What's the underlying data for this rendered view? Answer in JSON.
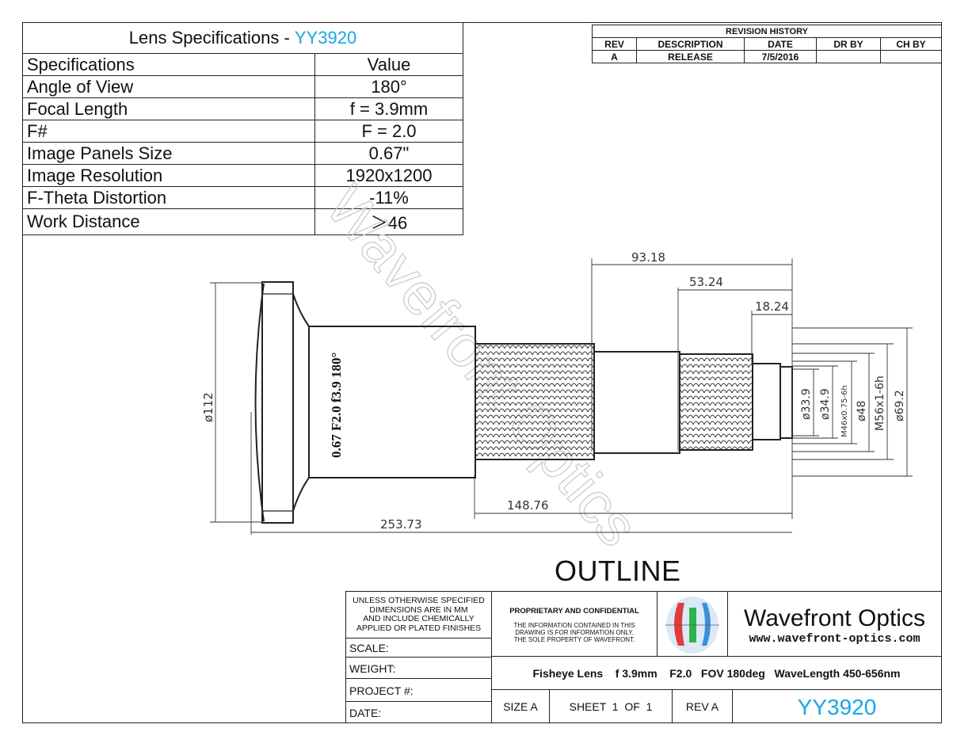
{
  "spec_table": {
    "title_prefix": "Lens Specifications - ",
    "title_model": "YY3920",
    "header": [
      "Specifications",
      "Value"
    ],
    "rows": [
      [
        "Angle of View",
        "180°"
      ],
      [
        "Focal Length",
        "f = 3.9mm"
      ],
      [
        "F#",
        "F = 2.0"
      ],
      [
        "Image Panels Size",
        "0.67\""
      ],
      [
        "Image Resolution",
        "1920x1200"
      ],
      [
        "F-Theta Distortion",
        "-11%"
      ],
      [
        "Work Distance",
        "＞46"
      ]
    ]
  },
  "revision_history": {
    "title": "REVISION HISTORY",
    "columns": [
      "REV",
      "DESCRIPTION",
      "DATE",
      "DR BY",
      "CH BY"
    ],
    "rows": [
      [
        "A",
        "RELEASE",
        "7/5/2016",
        "",
        ""
      ]
    ]
  },
  "drawing": {
    "lens_marking": "0.67 F2.0 f3.9 180°",
    "watermark": "Wavefront Optics",
    "dimensions": {
      "d_93_18": "93.18",
      "d_53_24": "53.24",
      "d_18_24": "18.24",
      "d_148_76": "148.76",
      "d_253_73": "253.73",
      "dia_112": "ø112",
      "dia_33_9": "ø33.9",
      "dia_34_9": "ø34.9",
      "thread_m46": "M46x0.75-6h",
      "dia_48": "ø48",
      "thread_m56": "M56x1-6h",
      "dia_69_2": "ø69.2"
    },
    "title": "OUTLINE"
  },
  "title_block": {
    "note": [
      "UNLESS OTHERWISE SPECIFIED",
      "DIMENSIONS ARE IN MM",
      "AND INCLUDE CHEMICALLY",
      "APPLIED OR PLATED FINISHES"
    ],
    "scale": "SCALE:",
    "weight": "WEIGHT:",
    "project": "PROJECT #:",
    "date": "DATE:",
    "proprietary_title": "PROPRIETARY AND CONFIDENTIAL",
    "proprietary_text": [
      "THE INFORMATION CONTAINED IN THIS",
      "DRAWING IS FOR INFORMATION ONLY.",
      "THE SOLE PROPERTY OF WAVEFRONT."
    ],
    "company": "Wavefront Optics",
    "website": "www.wavefront-optics.com",
    "description": "Fisheye Lens    f 3.9mm    F2.0   FOV 180deg   WaveLength 450-656nm",
    "size": "SIZE A",
    "sheet": "SHEET  1  OF  1",
    "rev": "REV A",
    "part": "YY3920"
  },
  "colors": {
    "accent": "#19a7e2",
    "line": "#222222"
  }
}
